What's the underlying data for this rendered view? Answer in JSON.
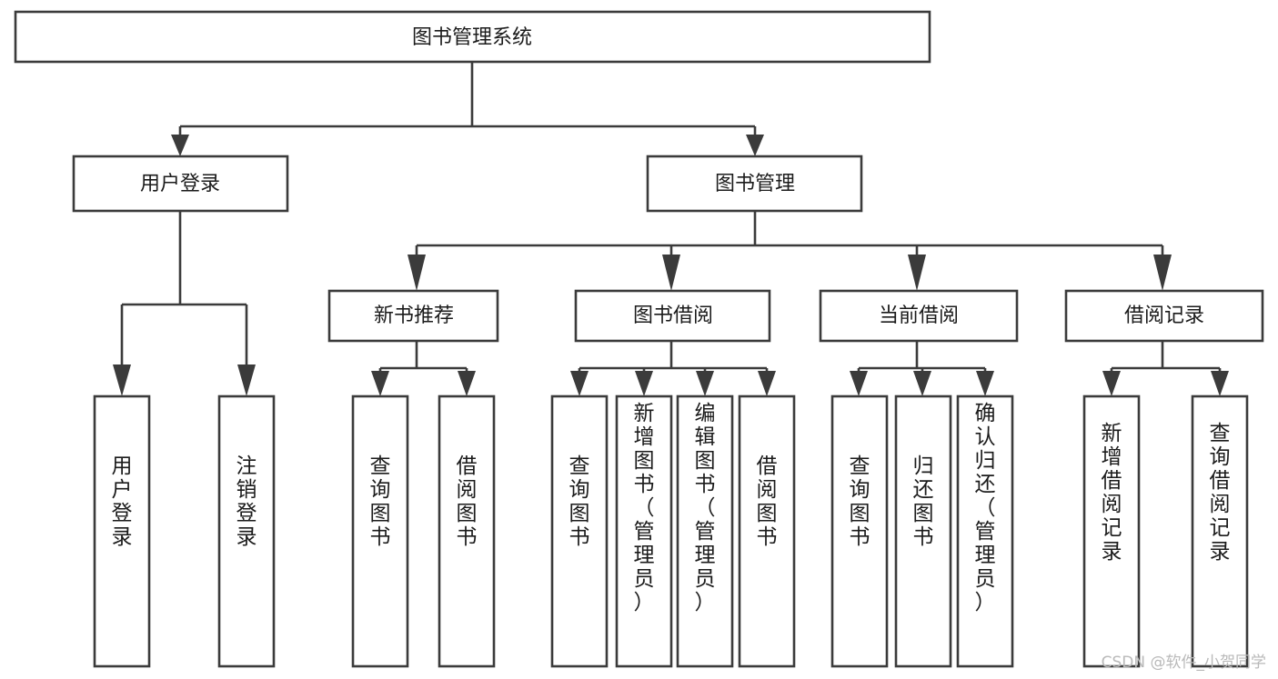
{
  "diagram": {
    "type": "tree-hierarchy-chart",
    "title": "图书管理系统",
    "orientation": "top-down",
    "colors": {
      "box_stroke": "#3b3b3b",
      "box_fill": "#ffffff",
      "connector": "#3b3b3b",
      "text": "#1b1b1b",
      "background": "#ffffff",
      "watermark": "#b9b9b9"
    },
    "root": {
      "label": "图书管理系统",
      "text_orientation": "horizontal"
    },
    "level2": [
      {
        "label": "用户登录",
        "text_orientation": "horizontal"
      },
      {
        "label": "图书管理",
        "text_orientation": "horizontal"
      }
    ],
    "level3": [
      {
        "label": "新书推荐",
        "text_orientation": "horizontal"
      },
      {
        "label": "图书借阅",
        "text_orientation": "horizontal"
      },
      {
        "label": "当前借阅",
        "text_orientation": "horizontal"
      },
      {
        "label": "借阅记录",
        "text_orientation": "horizontal"
      }
    ],
    "leaves": {
      "user_login": [
        {
          "label": "用户登录",
          "text_orientation": "vertical"
        },
        {
          "label": "注销登录",
          "text_orientation": "vertical"
        }
      ],
      "new_book_recommend": [
        {
          "label": "查询图书",
          "text_orientation": "vertical"
        },
        {
          "label": "借阅图书",
          "text_orientation": "vertical"
        }
      ],
      "book_borrow": [
        {
          "label": "查询图书",
          "text_orientation": "vertical"
        },
        {
          "label": "新增图书（管理员）",
          "text_orientation": "vertical"
        },
        {
          "label": "编辑图书（管理员）",
          "text_orientation": "vertical"
        },
        {
          "label": "借阅图书",
          "text_orientation": "vertical"
        }
      ],
      "current_borrow": [
        {
          "label": "查询图书",
          "text_orientation": "vertical"
        },
        {
          "label": "归还图书",
          "text_orientation": "vertical"
        },
        {
          "label": "确认归还（管理员）",
          "text_orientation": "vertical"
        }
      ],
      "borrow_record": [
        {
          "label": "新增借阅记录",
          "text_orientation": "vertical"
        },
        {
          "label": "查询借阅记录",
          "text_orientation": "vertical"
        }
      ]
    },
    "watermark": "CSDN @软件_小贺同学"
  }
}
